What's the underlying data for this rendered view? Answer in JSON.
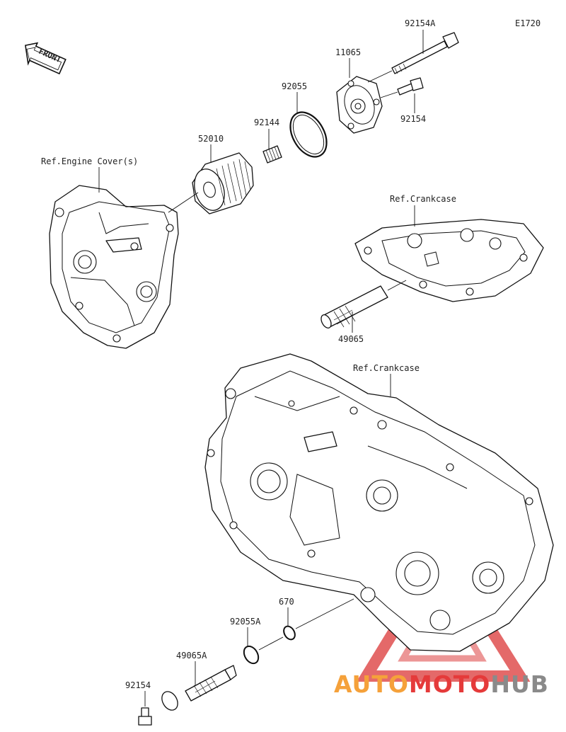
{
  "diagram": {
    "code": "E1720",
    "direction_label": "FRONT",
    "references": {
      "engine_cover": "Ref.Engine Cover(s)",
      "crankcase_upper": "Ref.Crankcase",
      "crankcase_lower": "Ref.Crankcase"
    },
    "parts": {
      "bolt_long": "92154A",
      "oil_pump_cover": "11065",
      "o_ring_large": "92055",
      "bolt_short_top": "92154",
      "spring": "92144",
      "oil_filter": "52010",
      "strainer_upper": "49065",
      "o_ring_small": "670",
      "o_ring_lower": "92055A",
      "strainer_lower": "49065A",
      "bolt_bottom": "92154"
    }
  },
  "watermark": {
    "part1": "AUTO",
    "part2": "MOTO",
    "part3": "HUB",
    "color_orange": "#f5a13a",
    "color_red": "#e53a3a",
    "color_gray": "#8a8a8a"
  }
}
